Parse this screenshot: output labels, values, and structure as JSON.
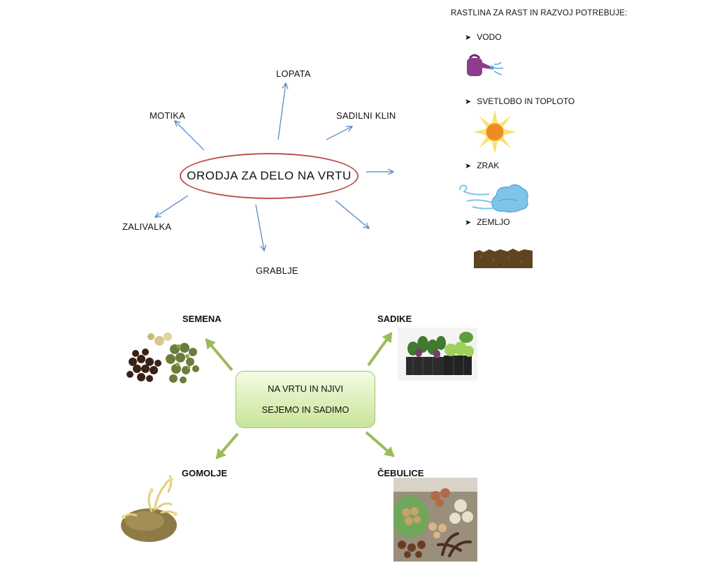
{
  "tools_map": {
    "center": "ORODJA ZA DELO NA VRTU",
    "items": [
      "LOPATA",
      "MOTIKA",
      "SADILNI KLIN",
      "ZALIVALKA",
      "GRABLJE"
    ]
  },
  "needs": {
    "title": "RASTLINA ZA RAST IN RAZVOJ POTREBUJE:",
    "items": [
      {
        "label": "VODO",
        "icon": "watering-can-icon"
      },
      {
        "label": "SVETLOBO IN TOPLOTO",
        "icon": "sun-icon"
      },
      {
        "label": "ZRAK",
        "icon": "wind-cloud-icon"
      },
      {
        "label": "ZEMLJO",
        "icon": "soil-icon"
      }
    ]
  },
  "planting_map": {
    "center_line1": "NA VRTU IN NJIVI",
    "center_line2": "SEJEMO IN SADIMO",
    "items": [
      "SEMENA",
      "SADIKE",
      "GOMOLJE",
      "ČEBULICE"
    ]
  },
  "colors": {
    "oval_border": "#c0504d",
    "thin_arrow": "#4f81bd",
    "green_arrow": "#9bbb59"
  }
}
